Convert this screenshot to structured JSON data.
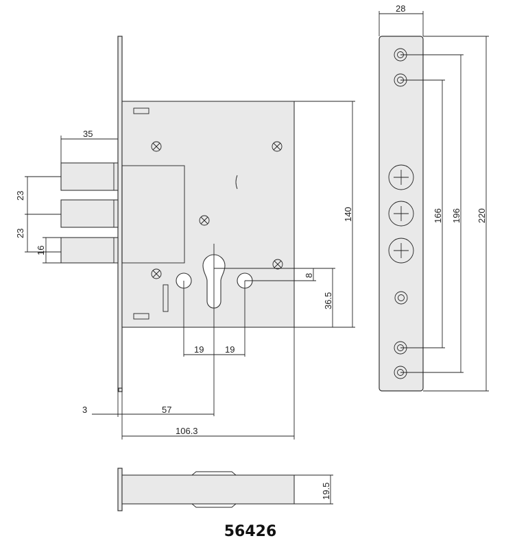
{
  "model_number": "56426",
  "dimensions": {
    "bolt_projection": "35",
    "bolt_spacing_1": "23",
    "bolt_spacing_2": "23",
    "bolt_height": "16",
    "case_height": "140",
    "cylinder_offset": "36.5",
    "keyhole_offset": "8",
    "hole_spacing_left": "19",
    "hole_spacing_right": "19",
    "faceplate_thickness": "3",
    "backset": "57",
    "case_depth": "106.3",
    "faceplate_width": "28",
    "hole_spacing_inner": "166",
    "hole_spacing_middle": "196",
    "faceplate_length": "220",
    "body_thickness": "19.5"
  }
}
